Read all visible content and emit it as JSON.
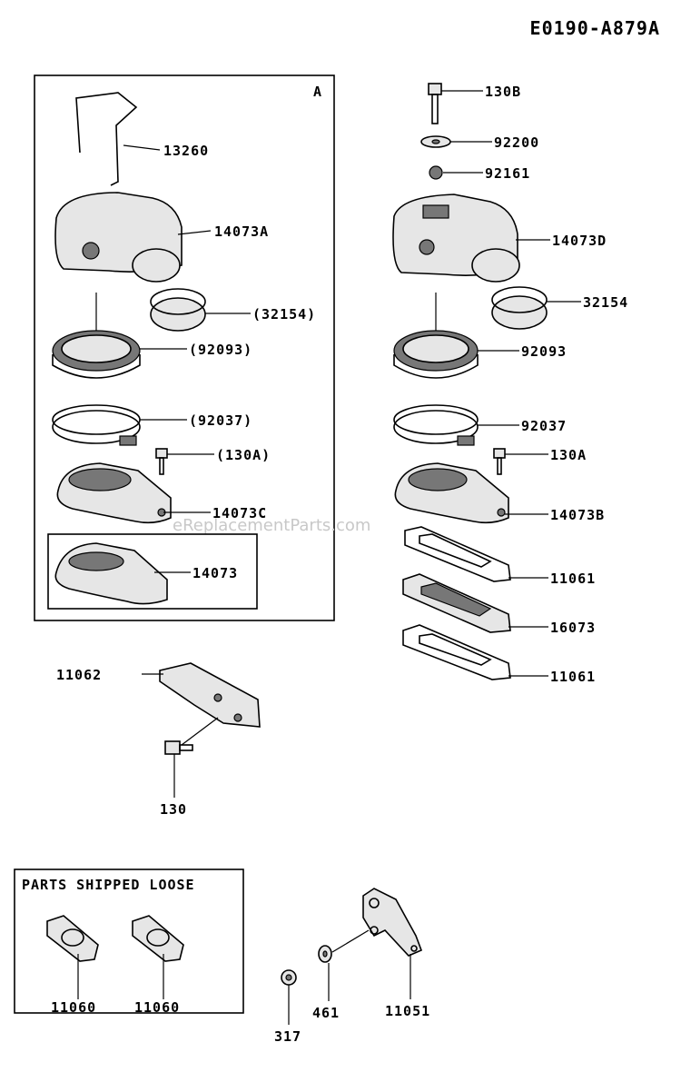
{
  "diagram": {
    "code": "E0190-A879A",
    "group_label": "A",
    "loose_box_title": "PARTS SHIPPED LOOSE",
    "watermark": "eReplacementParts.com",
    "callouts": {
      "c13260": "13260",
      "c14073A": "14073A",
      "c32154p": "(32154)",
      "c92093p": "(92093)",
      "c92037p": "(92037)",
      "c130Ap": "(130A)",
      "c14073C": "14073C",
      "c14073": "14073",
      "c130B": "130B",
      "c92200": "92200",
      "c92161": "92161",
      "c14073D": "14073D",
      "c32154": "32154",
      "c92093": "92093",
      "c92037": "92037",
      "c130A": "130A",
      "c14073B": "14073B",
      "c11061a": "11061",
      "c16073": "16073",
      "c11061b": "11061",
      "c11062": "11062",
      "c130": "130",
      "c11060a": "11060",
      "c11060b": "11060",
      "c317": "317",
      "c461": "461",
      "c11051": "11051"
    }
  }
}
